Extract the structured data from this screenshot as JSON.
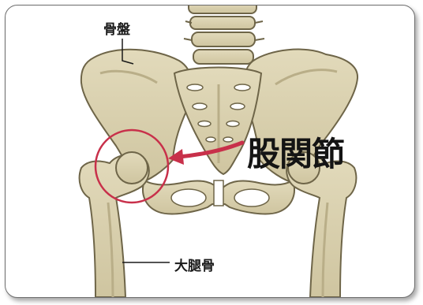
{
  "labels": {
    "pelvis": "骨盤",
    "hip_joint": "股関節",
    "femur": "大腿骨"
  },
  "colors": {
    "bone_fill": "#d8cfae",
    "bone_outline": "#6e6548",
    "bone_shadow": "#b9ae88",
    "highlight": "#c8304a",
    "background": "#ffffff",
    "label_text": "#1a1a1a"
  }
}
